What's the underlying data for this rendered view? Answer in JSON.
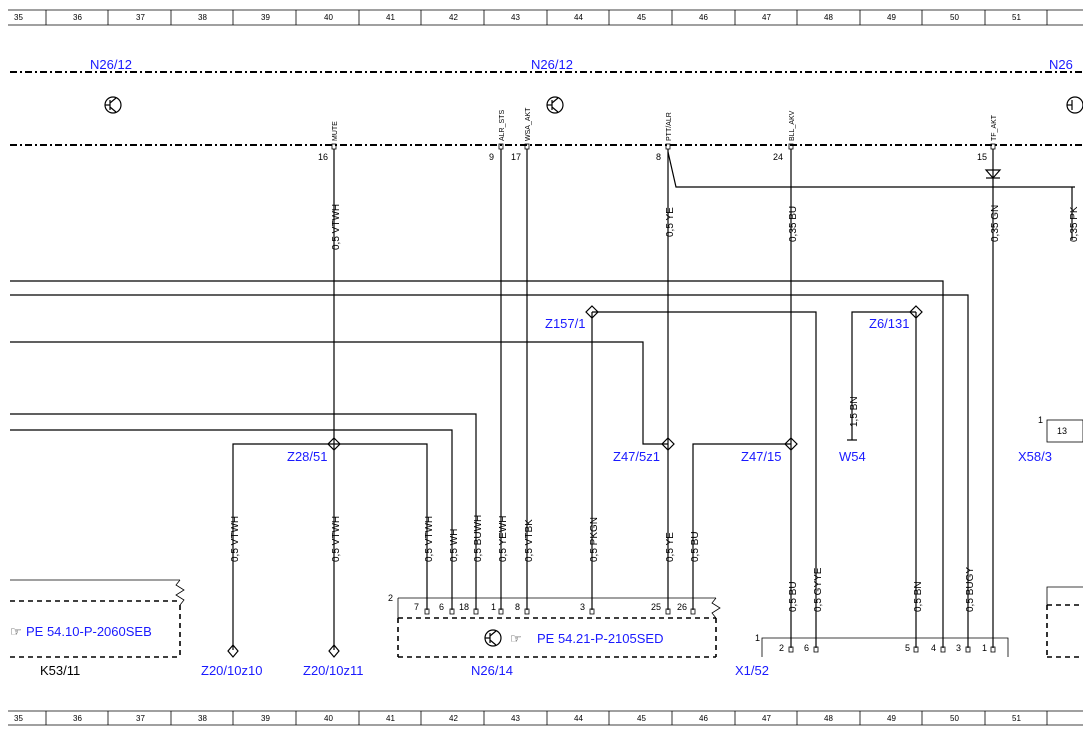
{
  "ruler": {
    "columns": [
      "35",
      "36",
      "37",
      "38",
      "39",
      "40",
      "41",
      "42",
      "43",
      "44",
      "45",
      "46",
      "47",
      "48",
      "49",
      "50",
      "51"
    ]
  },
  "components": {
    "n26_12_left": "N26/12",
    "n26_12_mid": "N26/12",
    "n26_right_cut": "N26",
    "z157_1": "Z157/1",
    "z6_131": "Z6/131",
    "z28_51": "Z28/51",
    "z47_5z1": "Z47/5z1",
    "z47_15": "Z47/15",
    "w54": "W54",
    "x58_3": "X58/3",
    "k53_11": "K53/11",
    "z20_10z10": "Z20/10z10",
    "z20_10z11": "Z20/10z11",
    "n26_14": "N26/14",
    "x1_52": "X1/52"
  },
  "references": {
    "pe_left": "PE 54.10-P-2060SEB",
    "pe_mid": "PE 54.21-P-2105SED"
  },
  "signals": {
    "mute": "MUTE",
    "alr_sts": "ALR_STS",
    "wsa_akt": "WSA_AKT",
    "ptt_alr": "PTT/ALR",
    "bll_akv": "BLL_AKV",
    "tf_akt": "TF_AKT"
  },
  "top_pins": {
    "p16": "16",
    "p9": "9",
    "p17": "17",
    "p8": "8",
    "p24": "24",
    "p15": "15"
  },
  "wires": {
    "w_vtwh_top": "0,5 VTWH",
    "w_ye_top": "0,5 YE",
    "w_bu_top": "0,35 BU",
    "w_gn_top": "0,35 GN",
    "w_pk_top": "0,35 PK",
    "w_bn_w54": "1,5 BN",
    "w_vtwh_a": "0,5 VTWH",
    "w_vtwh_b": "0,5 VTWH",
    "w_vtwh_c": "0,5 VTWH",
    "w_wh": "0,5 WH",
    "w_buwh": "0,5 BUWH",
    "w_yewh": "0,5 YEWH",
    "w_vtbk": "0,5 VTBK",
    "w_pkgn": "0,5 PKGN",
    "w_ye_bot": "0,5 YE",
    "w_bu_bot": "0,5 BU",
    "w_bu_x1": "0,5 BU",
    "w_gyye": "0,5 GYYE",
    "w_bn_x1": "0,5 BN",
    "w_bugy": "0,5 BUGY"
  },
  "n26_14_pins": {
    "conn": "2",
    "p7": "7",
    "p6": "6",
    "p18": "18",
    "p1": "1",
    "p8": "8",
    "p3": "3",
    "p25": "25",
    "p26": "26"
  },
  "x1_52_pins": {
    "conn": "1",
    "p2": "2",
    "p6": "6",
    "p5": "5",
    "p4": "4",
    "p3": "3",
    "p1": "1"
  },
  "x58_3_pins": {
    "conn": "1",
    "p13": "13"
  },
  "colors": {
    "line": "#000000",
    "component_label": "#1a1aff"
  }
}
